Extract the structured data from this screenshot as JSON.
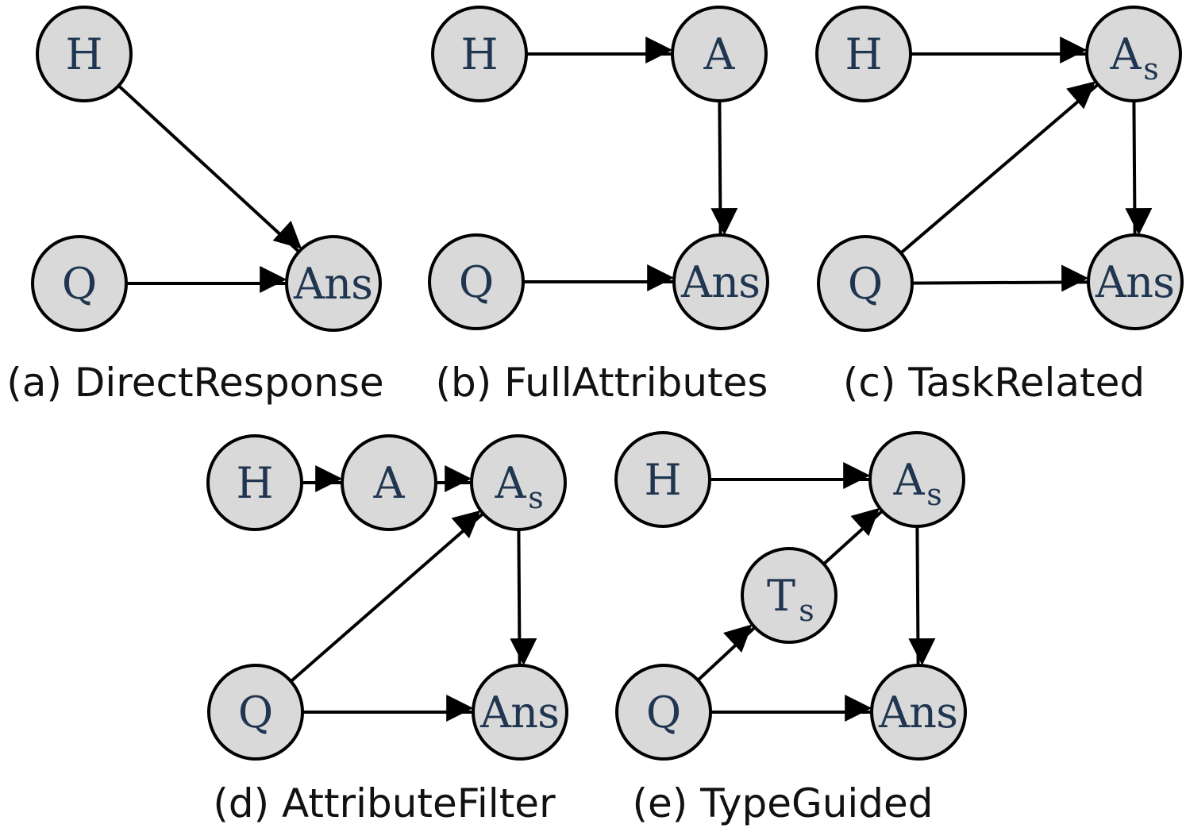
{
  "diagrams": [
    {
      "id": "a",
      "caption": "(a) DirectResponse",
      "nodes": [
        {
          "id": "H",
          "label": "H",
          "sub": ""
        },
        {
          "id": "Q",
          "label": "Q",
          "sub": ""
        },
        {
          "id": "Ans",
          "label": "Ans",
          "sub": ""
        }
      ],
      "edges": [
        [
          "H",
          "Ans"
        ],
        [
          "Q",
          "Ans"
        ]
      ]
    },
    {
      "id": "b",
      "caption": "(b) FullAttributes",
      "nodes": [
        {
          "id": "H",
          "label": "H",
          "sub": ""
        },
        {
          "id": "A",
          "label": "A",
          "sub": ""
        },
        {
          "id": "Q",
          "label": "Q",
          "sub": ""
        },
        {
          "id": "Ans",
          "label": "Ans",
          "sub": ""
        }
      ],
      "edges": [
        [
          "H",
          "A"
        ],
        [
          "A",
          "Ans"
        ],
        [
          "Q",
          "Ans"
        ]
      ]
    },
    {
      "id": "c",
      "caption": "(c) TaskRelated",
      "nodes": [
        {
          "id": "H",
          "label": "H",
          "sub": ""
        },
        {
          "id": "As",
          "label": "A",
          "sub": "s"
        },
        {
          "id": "Q",
          "label": "Q",
          "sub": ""
        },
        {
          "id": "Ans",
          "label": "Ans",
          "sub": ""
        }
      ],
      "edges": [
        [
          "H",
          "As"
        ],
        [
          "Q",
          "As"
        ],
        [
          "As",
          "Ans"
        ],
        [
          "Q",
          "Ans"
        ]
      ]
    },
    {
      "id": "d",
      "caption": "(d) AttributeFilter",
      "nodes": [
        {
          "id": "H",
          "label": "H",
          "sub": ""
        },
        {
          "id": "A",
          "label": "A",
          "sub": ""
        },
        {
          "id": "As",
          "label": "A",
          "sub": "s"
        },
        {
          "id": "Q",
          "label": "Q",
          "sub": ""
        },
        {
          "id": "Ans",
          "label": "Ans",
          "sub": ""
        }
      ],
      "edges": [
        [
          "H",
          "A"
        ],
        [
          "A",
          "As"
        ],
        [
          "Q",
          "As"
        ],
        [
          "As",
          "Ans"
        ],
        [
          "Q",
          "Ans"
        ]
      ]
    },
    {
      "id": "e",
      "caption": "(e) TypeGuided",
      "nodes": [
        {
          "id": "H",
          "label": "H",
          "sub": ""
        },
        {
          "id": "As",
          "label": "A",
          "sub": "s"
        },
        {
          "id": "Ts",
          "label": "T",
          "sub": "s"
        },
        {
          "id": "Q",
          "label": "Q",
          "sub": ""
        },
        {
          "id": "Ans",
          "label": "Ans",
          "sub": ""
        }
      ],
      "edges": [
        [
          "H",
          "As"
        ],
        [
          "Q",
          "Ts"
        ],
        [
          "Ts",
          "As"
        ],
        [
          "As",
          "Ans"
        ],
        [
          "Q",
          "Ans"
        ]
      ]
    }
  ]
}
